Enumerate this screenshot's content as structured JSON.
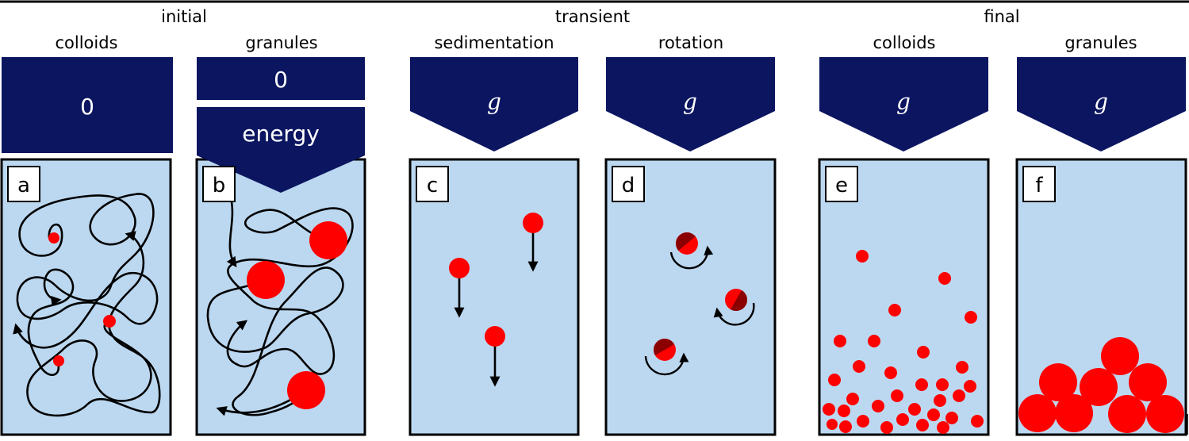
{
  "colors": {
    "navy": "#0b1560",
    "box_fill": "#bcd8f0",
    "particle": "#ff0000",
    "particle_dark": "#8b0000",
    "path": "#000000"
  },
  "groups": {
    "initial": "initial",
    "transient": "transient",
    "final": "final"
  },
  "panels": [
    {
      "letter": "a",
      "title": "colloids",
      "labels": [
        "0"
      ],
      "icon": "zero-force-block"
    },
    {
      "letter": "b",
      "title": "granules",
      "labels": [
        "0",
        "energy"
      ],
      "icon": "energy-arrow"
    },
    {
      "letter": "c",
      "title": "sedimentation",
      "labels": [
        "g"
      ],
      "icon": "gravity-arrow"
    },
    {
      "letter": "d",
      "title": "rotation",
      "labels": [
        "g"
      ],
      "icon": "gravity-arrow"
    },
    {
      "letter": "e",
      "title": "colloids",
      "labels": [
        "g"
      ],
      "icon": "gravity-arrow"
    },
    {
      "letter": "f",
      "title": "granules",
      "labels": [
        "g"
      ],
      "icon": "gravity-arrow"
    }
  ]
}
